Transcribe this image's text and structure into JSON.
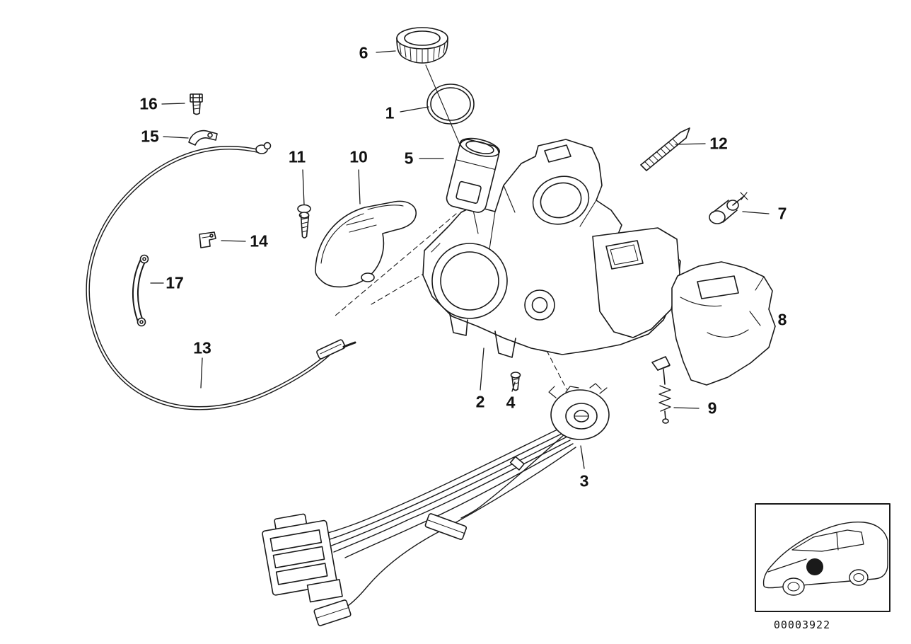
{
  "figure": {
    "type": "exploded-parts-diagram",
    "diagram_code": "00003922"
  },
  "callouts": {
    "c1": "1",
    "c2": "2",
    "c3": "3",
    "c4": "4",
    "c5": "5",
    "c6": "6",
    "c7": "7",
    "c8": "8",
    "c9": "9",
    "c10": "10",
    "c11": "11",
    "c12": "12",
    "c13": "13",
    "c14": "14",
    "c15": "15",
    "c16": "16",
    "c17": "17"
  },
  "colors": {
    "line": "#1a1a1a",
    "background": "#ffffff"
  }
}
